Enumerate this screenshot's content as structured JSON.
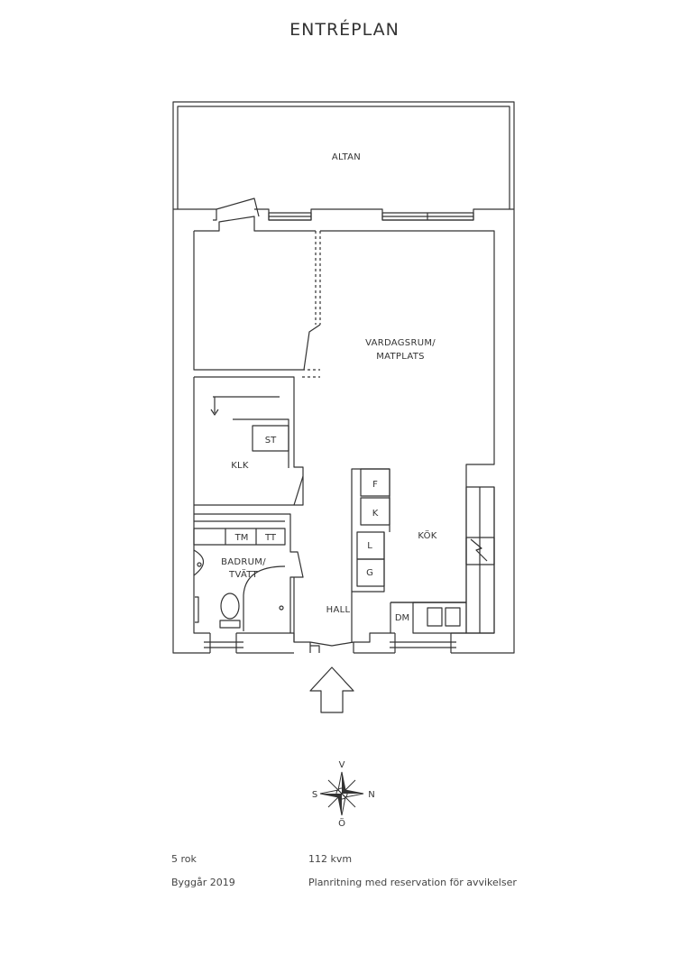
{
  "title": "ENTRÉPLAN",
  "rooms": {
    "altan": "ALTAN",
    "vardagsrum_line1": "VARDAGSRUM/",
    "vardagsrum_line2": "MATPLATS",
    "klk": "KLK",
    "st": "ST",
    "badrum_line1": "BADRUM/",
    "badrum_line2": "TVÄTT",
    "tm": "TM",
    "tt": "TT",
    "hall": "HALL",
    "kok": "KÖK",
    "f": "F",
    "k": "K",
    "l": "L",
    "g": "G",
    "dm": "DM"
  },
  "compass": {
    "north": "N",
    "south": "S",
    "east": "Ö",
    "west": "V"
  },
  "footer": {
    "rooms": "5 rok",
    "area": "112 kvm",
    "year": "Byggår 2019",
    "disclaimer": "Planritning med reservation för avvikelser"
  }
}
